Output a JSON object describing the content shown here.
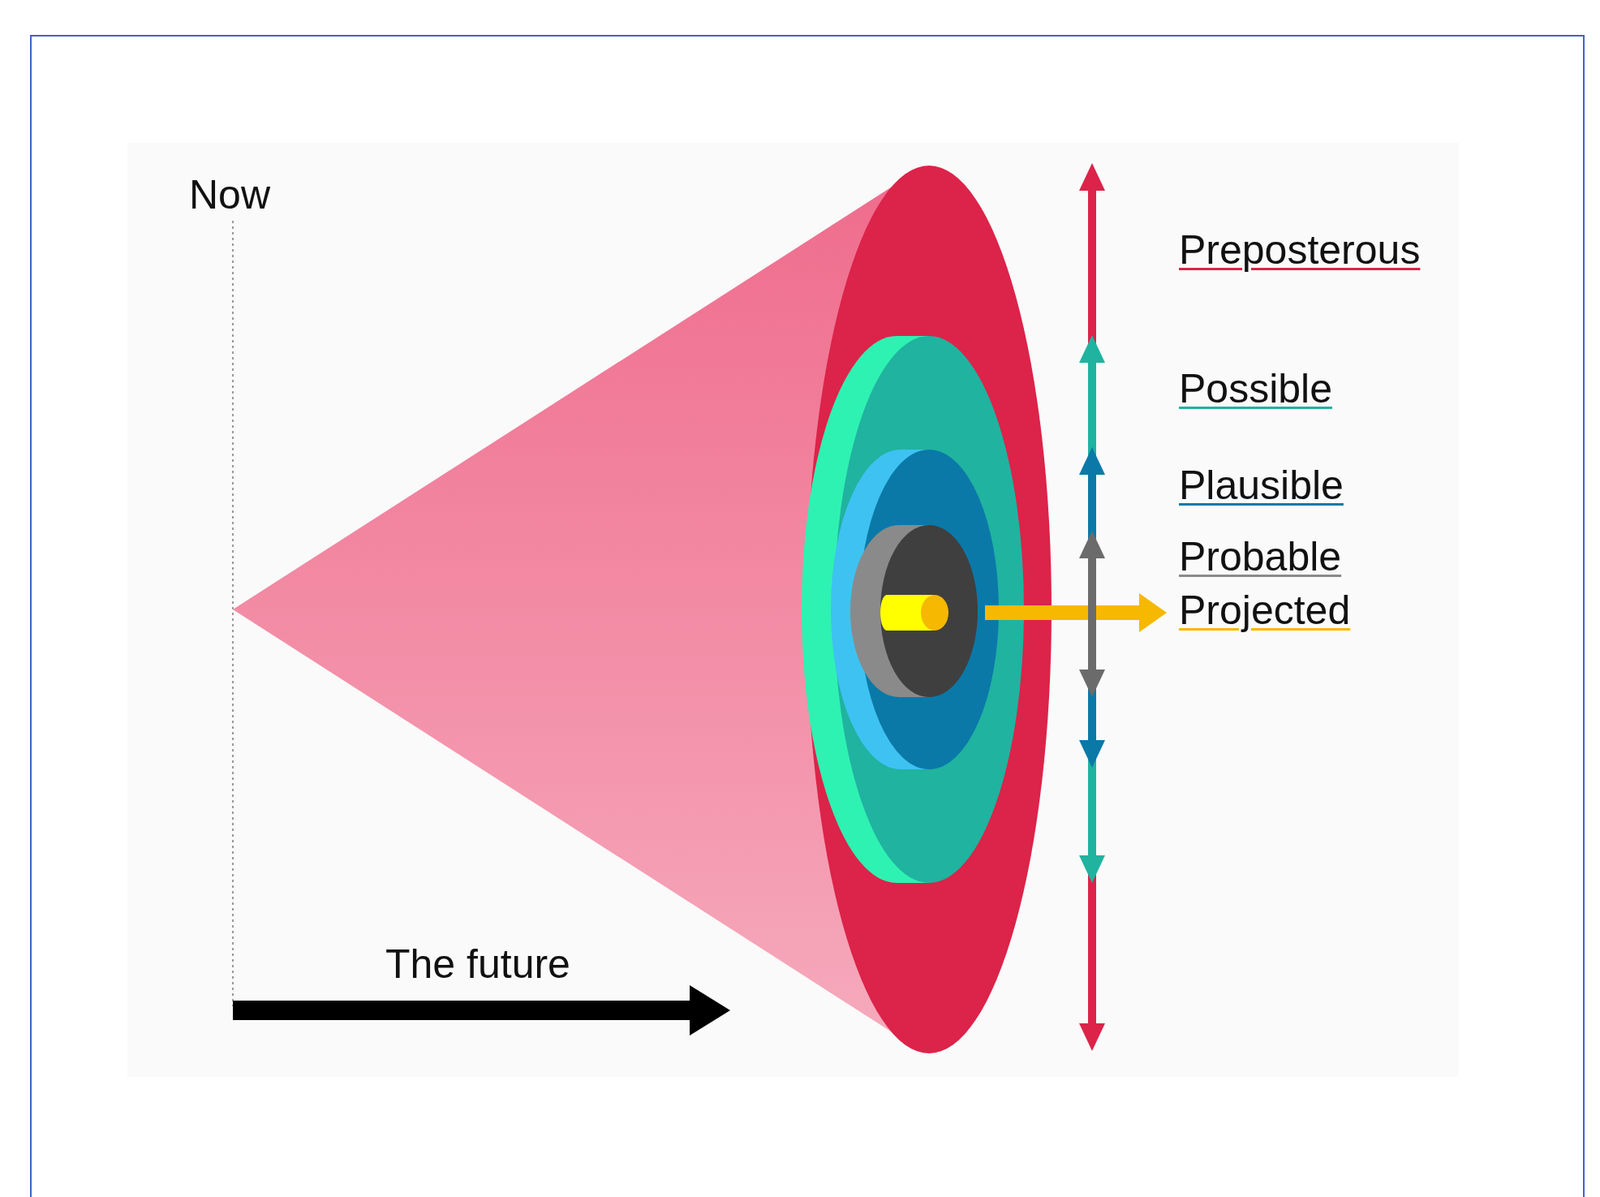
{
  "diagram": {
    "labels": [
      "Now",
      "The future",
      "Preposterous",
      "Possible",
      "Plausible",
      "Probable",
      "Projected"
    ]
  }
}
